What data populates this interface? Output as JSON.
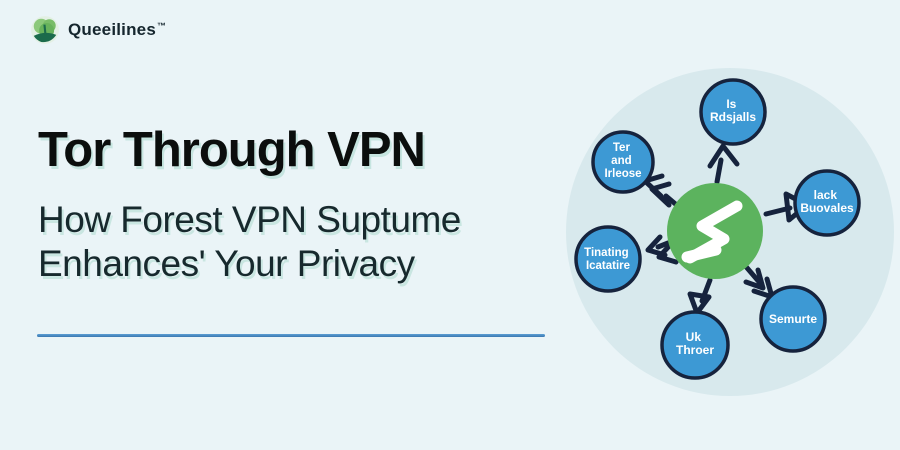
{
  "brand": {
    "logo_text": "Queeilines",
    "trademark": "™"
  },
  "hero": {
    "title": "Tor Through VPN",
    "subtitle_line1": "How Forest VPN Suptume",
    "subtitle_line2": "Enhances' Your Privacy"
  },
  "diagram": {
    "type": "hub-and-spoke",
    "hub": {
      "glyph": "brush-s-icon"
    },
    "nodes": [
      {
        "position": "top",
        "lines": [
          "Is",
          "Rdsjalls"
        ]
      },
      {
        "position": "upper-left",
        "lines": [
          "Ter",
          "and",
          "Irleose"
        ]
      },
      {
        "position": "right",
        "lines": [
          "lack",
          "Buovales"
        ]
      },
      {
        "position": "left",
        "lines": [
          "Tinating",
          "Icatatire"
        ]
      },
      {
        "position": "bottom-left",
        "lines": [
          "Uk",
          "Throer"
        ]
      },
      {
        "position": "bottom-right",
        "lines": [
          "Semurte"
        ]
      }
    ]
  },
  "colors": {
    "background": "#eaf4f7",
    "diagram_backdrop": "#d8e9ed",
    "node_fill": "#3d99d4",
    "outline_navy": "#16233d",
    "hub_green": "#5cb35e",
    "divider_blue": "#3f84c1",
    "title_text": "#0b0e0d",
    "subtitle_text": "#17292d"
  }
}
